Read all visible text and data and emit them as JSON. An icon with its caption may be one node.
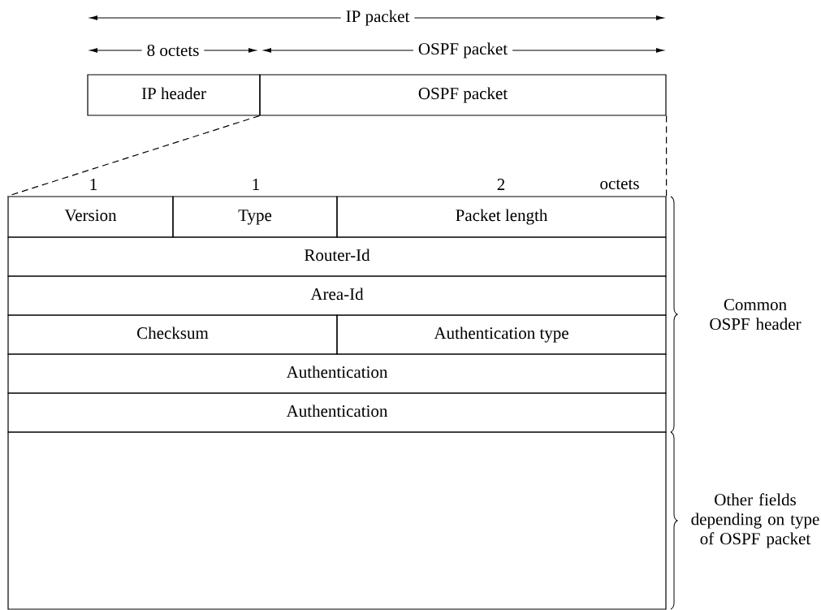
{
  "diagram": {
    "nodes": [
      {
        "text": [
          "IP header"
        ]
      },
      {
        "text": [
          "OSPF packet"
        ]
      },
      {
        "text": [
          "Version"
        ]
      },
      {
        "text": [
          "Type"
        ]
      },
      {
        "text": [
          "Packet length"
        ]
      },
      {
        "text": [
          "Router-Id"
        ]
      },
      {
        "text": [
          "Area-Id"
        ]
      },
      {
        "text": [
          "Checksum"
        ]
      },
      {
        "text": [
          "Authentication type"
        ]
      },
      {
        "text": [
          "Authentication"
        ]
      },
      {
        "text": [
          "Authentication"
        ]
      },
      {
        "text": [],
        "shape": "box"
      }
    ],
    "edges": [
      {
        "from": 1,
        "to": 2,
        "arrow": "none",
        "style": "dashed"
      },
      {
        "from": 1,
        "to": 4,
        "arrow": "none",
        "style": "dashed"
      }
    ],
    "labels": [
      "IP packet",
      "8 octets",
      "OSPF packet",
      "1",
      "1",
      "2",
      "octets",
      "Common OSPF header",
      "Other fields depending on type of OSPF packet"
    ]
  }
}
